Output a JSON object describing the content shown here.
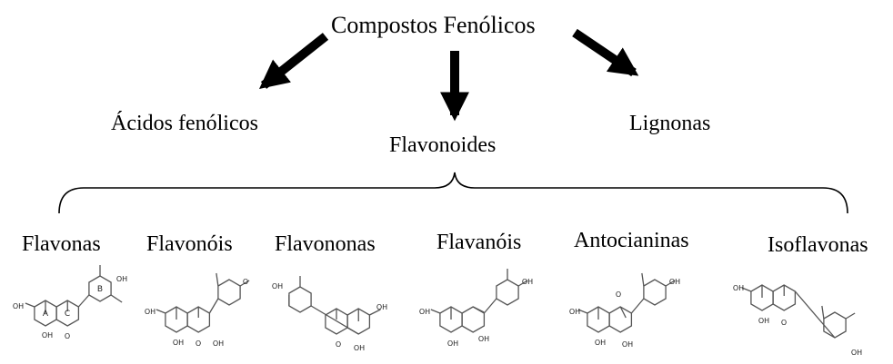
{
  "root": {
    "label": "Compostos Fenólicos"
  },
  "branches": [
    {
      "label": "Ácidos fenólicos"
    },
    {
      "label": "Flavonoides"
    },
    {
      "label": "Lignonas"
    }
  ],
  "flavonoid_classes": [
    {
      "label": "Flavonas",
      "ring_labels": [
        "A",
        "C",
        "B"
      ]
    },
    {
      "label": "Flavonóis"
    },
    {
      "label": "Flavononas"
    },
    {
      "label": "Flavanóis"
    },
    {
      "label": "Antocianinas"
    },
    {
      "label": "Isoflavonas"
    }
  ],
  "atoms": {
    "hydroxyl": "OH",
    "oxygen": "O",
    "oxonium": "O"
  },
  "colors": {
    "ink": "#000000",
    "structure": "#555555",
    "background": "#ffffff"
  }
}
